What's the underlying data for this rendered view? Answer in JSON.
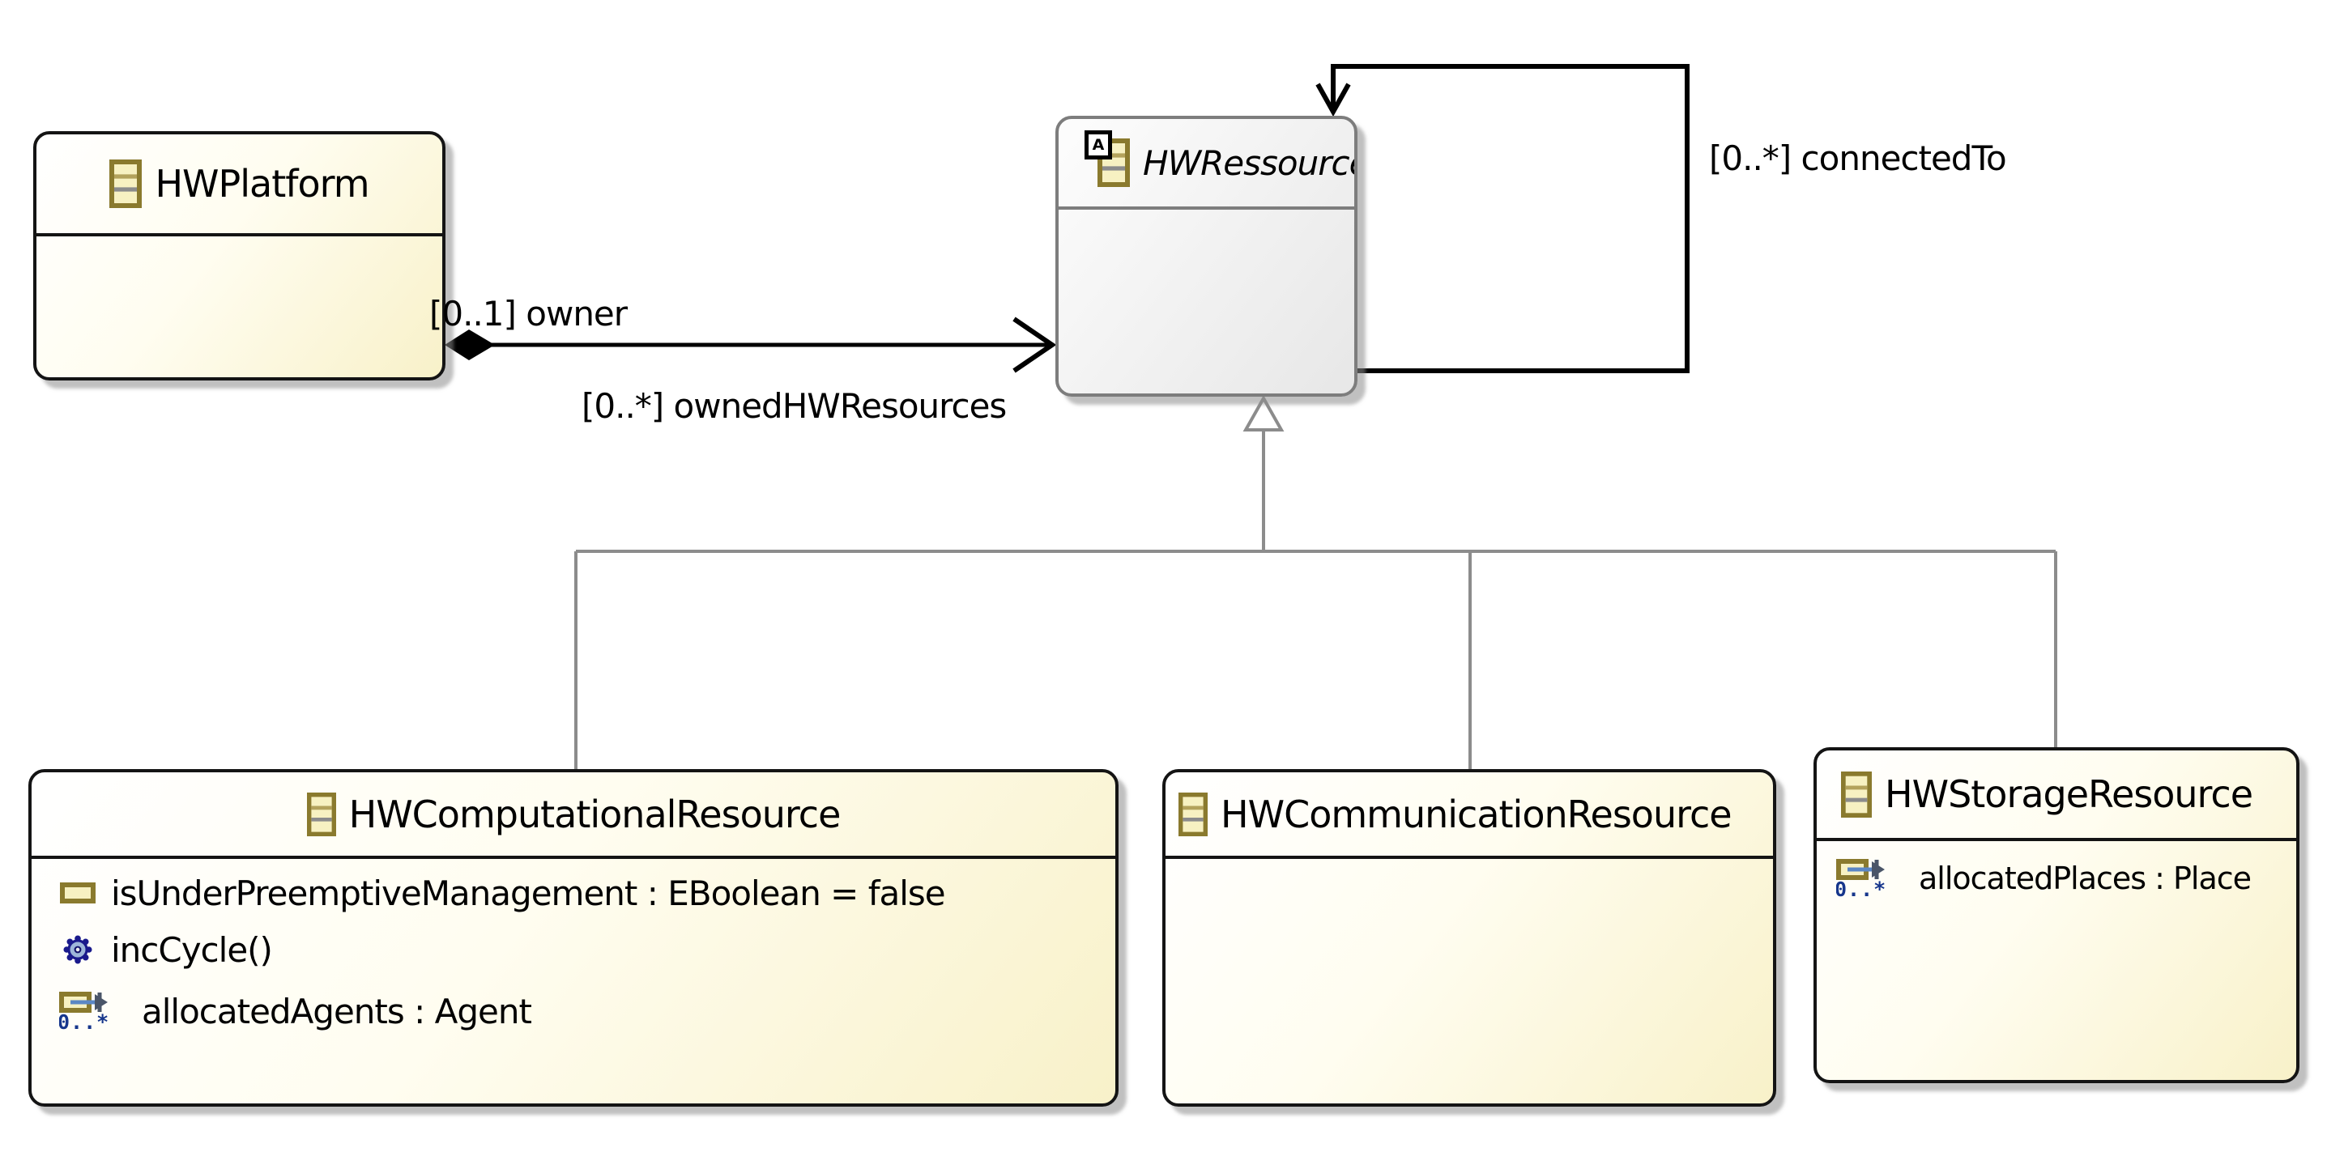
{
  "diagram_type": "ecore-class-diagram",
  "colors": {
    "class_fill_top": "#ffffff",
    "class_fill_bottom": "#f8f1c9",
    "class_border": "#141414",
    "abstract_fill_top": "#fdfdfd",
    "abstract_fill_bottom": "#e7e7e7",
    "abstract_border": "#7d7d7d",
    "association_line": "#000000",
    "generalization_line": "#8c8c8c",
    "icon_olive": "#8a7a2e",
    "icon_fill": "#f7f1c2",
    "operation_icon_blue": "#1a1a8c",
    "reference_arrow_blue": "#5b87c5",
    "multiplicity_badge_blue": "#16368c"
  },
  "classes": {
    "hwplatform": {
      "title": "HWPlatform"
    },
    "hwressource": {
      "title": "HWRessource",
      "abstract_badge": "A"
    },
    "hwcomputationalresource": {
      "title": "HWComputationalResource",
      "members": {
        "attribute": "isUnderPreemptiveManagement : EBoolean = false",
        "operation": "incCycle()",
        "reference": "allocatedAgents : Agent",
        "reference_multiplicity": "0..*"
      }
    },
    "hwcommunicationresource": {
      "title": "HWCommunicationResource"
    },
    "hwstorageresource": {
      "title": "HWStorageResource",
      "members": {
        "reference": "allocatedPlaces : Place",
        "reference_multiplicity": "0..*"
      }
    }
  },
  "relationships": {
    "owned_hw_resources": {
      "type": "composition",
      "source": "HWPlatform",
      "target": "HWRessource",
      "source_label": "[0..1] owner",
      "target_label": "[0..*] ownedHWResources"
    },
    "connected_to": {
      "type": "self-association",
      "source": "HWRessource",
      "target": "HWRessource",
      "label": "[0..*] connectedTo"
    },
    "generalizations": {
      "parent": "HWRessource",
      "children": [
        "HWComputationalResource",
        "HWCommunicationResource",
        "HWStorageResource"
      ]
    }
  }
}
